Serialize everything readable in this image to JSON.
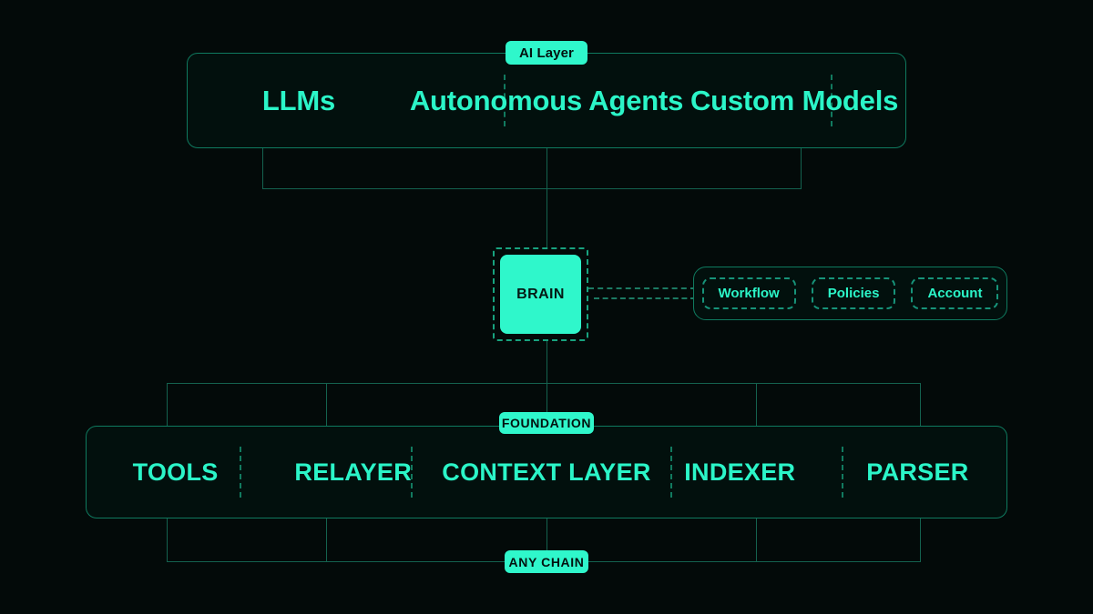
{
  "diagram": {
    "background_color": "#030a09",
    "accent_color": "#2ff7cb",
    "line_color": "#14624f",
    "panel_fill": "#02100d"
  },
  "ai_layer": {
    "badge": "AI Layer",
    "items": [
      {
        "label": "LLMs"
      },
      {
        "label": "Autonomous Agents"
      },
      {
        "label": "Custom Models"
      }
    ]
  },
  "brain": {
    "label": "BRAIN"
  },
  "side_panel": {
    "pills": [
      {
        "label": "Workflow"
      },
      {
        "label": "Policies"
      },
      {
        "label": "Account"
      }
    ]
  },
  "foundation": {
    "badge": "FOUNDATION",
    "items": [
      {
        "label": "TOOLS"
      },
      {
        "label": "RELAYER"
      },
      {
        "label": "CONTEXT LAYER"
      },
      {
        "label": "INDEXER"
      },
      {
        "label": "PARSER"
      }
    ]
  },
  "any_chain": {
    "badge": "ANY CHAIN"
  }
}
